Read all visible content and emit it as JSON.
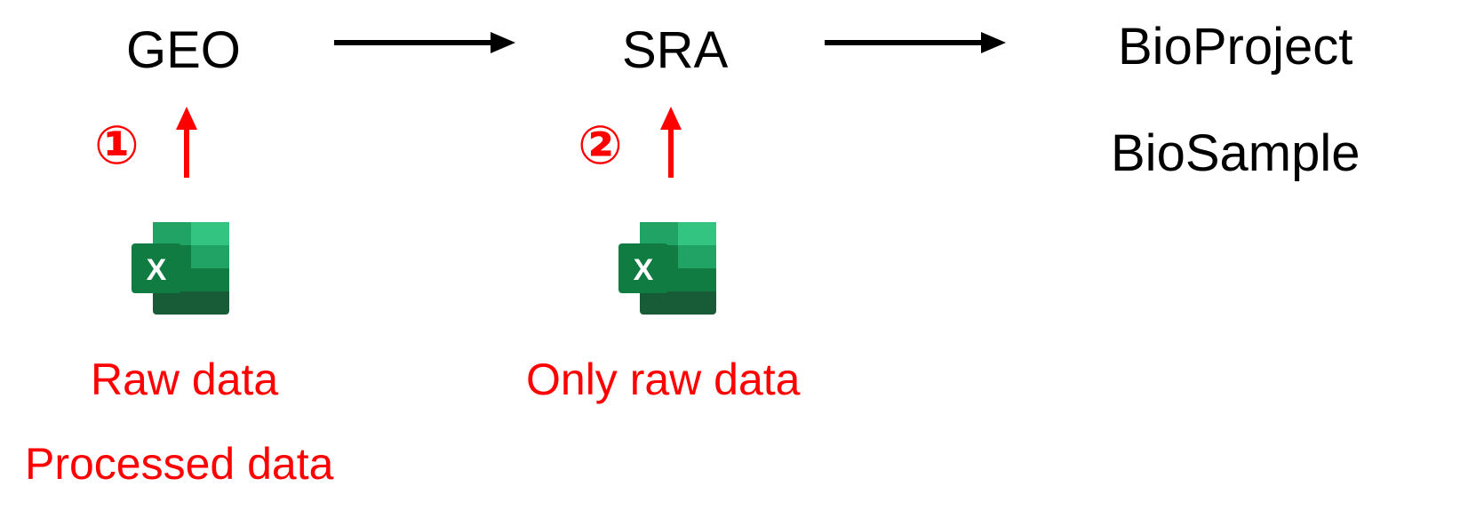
{
  "nodes": {
    "geo": "GEO",
    "sra": "SRA",
    "bioproject": "BioProject",
    "biosample": "BioSample"
  },
  "steps": {
    "step1": "①",
    "step2": "②"
  },
  "excel_icon": {
    "letter": "X"
  },
  "notes": {
    "geo_raw": "Raw data",
    "geo_processed": "Processed data",
    "sra_raw": "Only raw data"
  },
  "colors": {
    "flow_arrow": "#000000",
    "submission_arrow": "#ff0000",
    "note_text": "#ff0000",
    "excel_dark": "#185c37",
    "excel_mid": "#107c41",
    "excel_light": "#21a366",
    "excel_lighter": "#33c481"
  },
  "icons": [
    "excel-icon",
    "right-arrow-icon",
    "up-arrow-icon"
  ]
}
